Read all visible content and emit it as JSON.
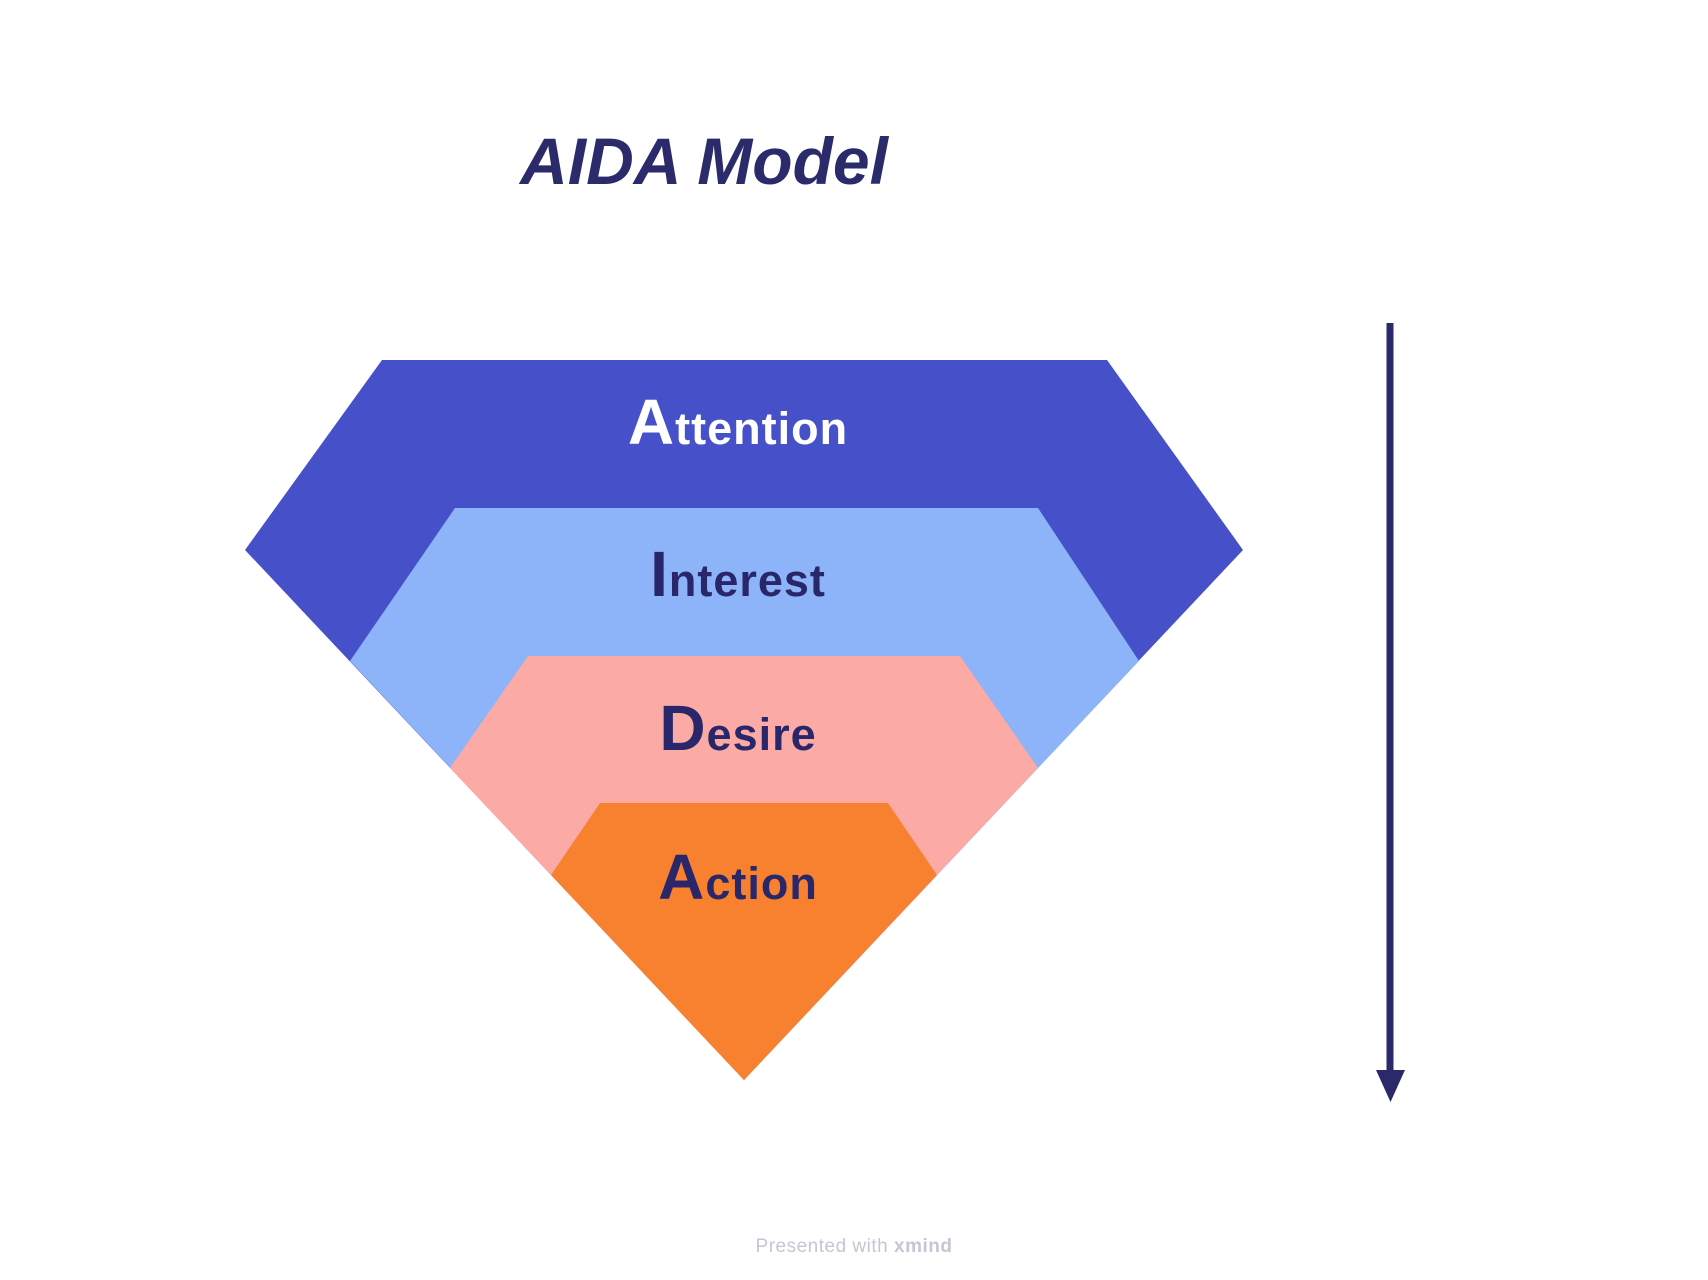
{
  "title": {
    "text": "AIDA Model",
    "color": "#2b2a6b"
  },
  "funnel": {
    "type": "inverted-pyramid",
    "stages": [
      {
        "name": "Attention",
        "initial": "A",
        "rest": "ttention",
        "fill": "#4650c8",
        "text_color": "#ffffff"
      },
      {
        "name": "Interest",
        "initial": "I",
        "rest": "nterest",
        "fill": "#8db3f9",
        "text_color": "#29276a"
      },
      {
        "name": "Desire",
        "initial": "D",
        "rest": "esire",
        "fill": "#fcaaa6",
        "text_color": "#29276a"
      },
      {
        "name": "Action",
        "initial": "A",
        "rest": "ction",
        "fill": "#f8812f",
        "text_color": "#29276a"
      }
    ]
  },
  "arrow": {
    "direction": "down",
    "color": "#2a2969"
  },
  "footer": {
    "prefix": "Presented with ",
    "brand": "xmind",
    "color": "#c7c5d3"
  }
}
